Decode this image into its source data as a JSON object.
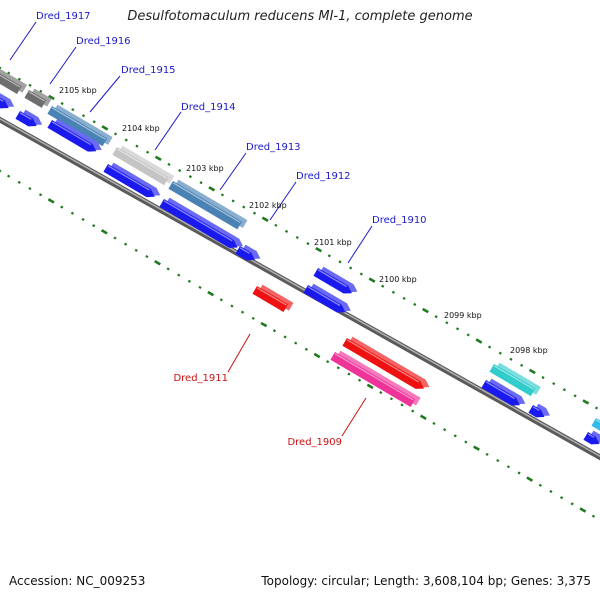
{
  "title": "Desulfotomaculum reducens MI-1, complete genome",
  "footer": {
    "accession": "Accession: NC_009253",
    "stats": "Topology: circular; Length: 3,608,104 bp; Genes: 3,375"
  },
  "scale_labels": [
    "2105 kbp",
    "2104 kbp",
    "2103 kbp",
    "2102 kbp",
    "2101 kbp",
    "2100 kbp",
    "2099 kbp",
    "2098 kbp"
  ],
  "gene_labels": {
    "dred_1917": "Dred_1917",
    "dred_1916": "Dred_1916",
    "dred_1915": "Dred_1915",
    "dred_1914": "Dred_1914",
    "dred_1913": "Dred_1913",
    "dred_1912": "Dred_1912",
    "dred_1910": "Dred_1910",
    "dred_1911": "Dred_1911",
    "dred_1909": "Dred_1909"
  },
  "colors": {
    "backbone": "#8a8a8a",
    "scale_ticks": "#1e7a1e",
    "cds_forward": "#1a1aee",
    "cds_reverse": "#ee1111",
    "forward_label": "#1a1acc",
    "reverse_label": "#cc1111",
    "gene_dark_gray": "#6e6e6e",
    "gene_steel_blue": "#4a82b4",
    "gene_light_gray": "#c4c4c4",
    "gene_pink": "#ee3399",
    "gene_cyan": "#33cccc",
    "gene_sky": "#33bbee"
  }
}
